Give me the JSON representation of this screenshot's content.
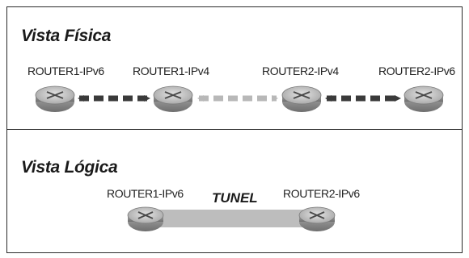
{
  "physical_view": {
    "title": "Vista Física",
    "routers": [
      {
        "label": "ROUTER1-IPv6"
      },
      {
        "label": "ROUTER1-IPv4"
      },
      {
        "label": "ROUTER2-IPv4"
      },
      {
        "label": "ROUTER2-IPv6"
      }
    ],
    "links": [
      {
        "style": "dark-dashed",
        "color": "#3a3a3a"
      },
      {
        "style": "light-dashed",
        "color": "#b8b8b8"
      },
      {
        "style": "dark-dashed",
        "color": "#3a3a3a"
      }
    ]
  },
  "logical_view": {
    "title": "Vista Lógica",
    "routers": [
      {
        "label": "ROUTER1-IPv6"
      },
      {
        "label": "ROUTER2-IPv6"
      }
    ],
    "tunnel_label": "TUNEL",
    "tunnel_color": "#bdbdbd"
  },
  "colors": {
    "router_fill": "#9a9a9a",
    "router_top": "#c9c9c9",
    "arrow_dark": "#3a3a3a",
    "arrow_light": "#b8b8b8"
  }
}
